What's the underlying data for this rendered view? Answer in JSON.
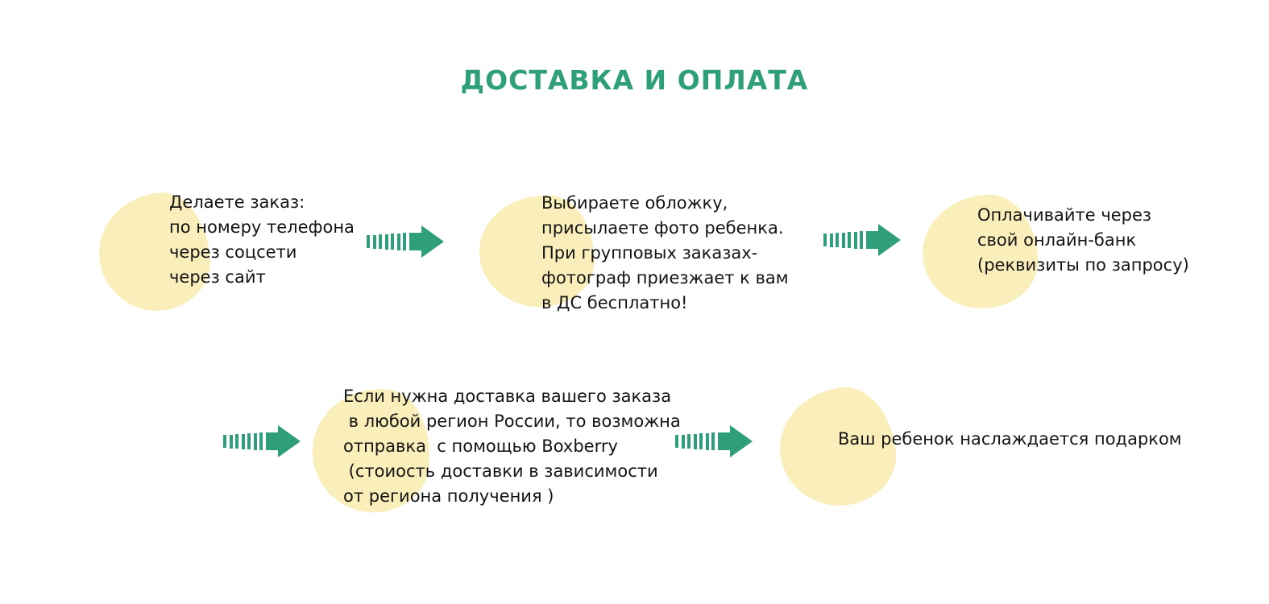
{
  "title": "ДОСТАВКА И ОПЛАТА",
  "colors": {
    "accent_green": "#2E9E7B",
    "blob_yellow": "#FAEEBA",
    "text": "#141414",
    "background": "#FFFFFF"
  },
  "steps": [
    {
      "text": "Делаете заказ:\nпо номеру телефона\nчерез соцсети\nчерез сайт"
    },
    {
      "text": "Выбираете обложку,\nприсылаете фото ребенка.\nПри групповых заказах-\nфотограф приезжает к вам\nв ДС бесплатно!"
    },
    {
      "text": "Оплачивайте через\nсвой онлайн-банк\n(реквизиты по запросу)"
    },
    {
      "text": "Если нужна доставка вашего заказа\n в любой регион России, то возможна\nотправка  с помощью Boxberry\n (стоиость доставки в зависимости\nот региона получения )"
    },
    {
      "text": "Ваш ребенок наслаждается подарком"
    }
  ]
}
